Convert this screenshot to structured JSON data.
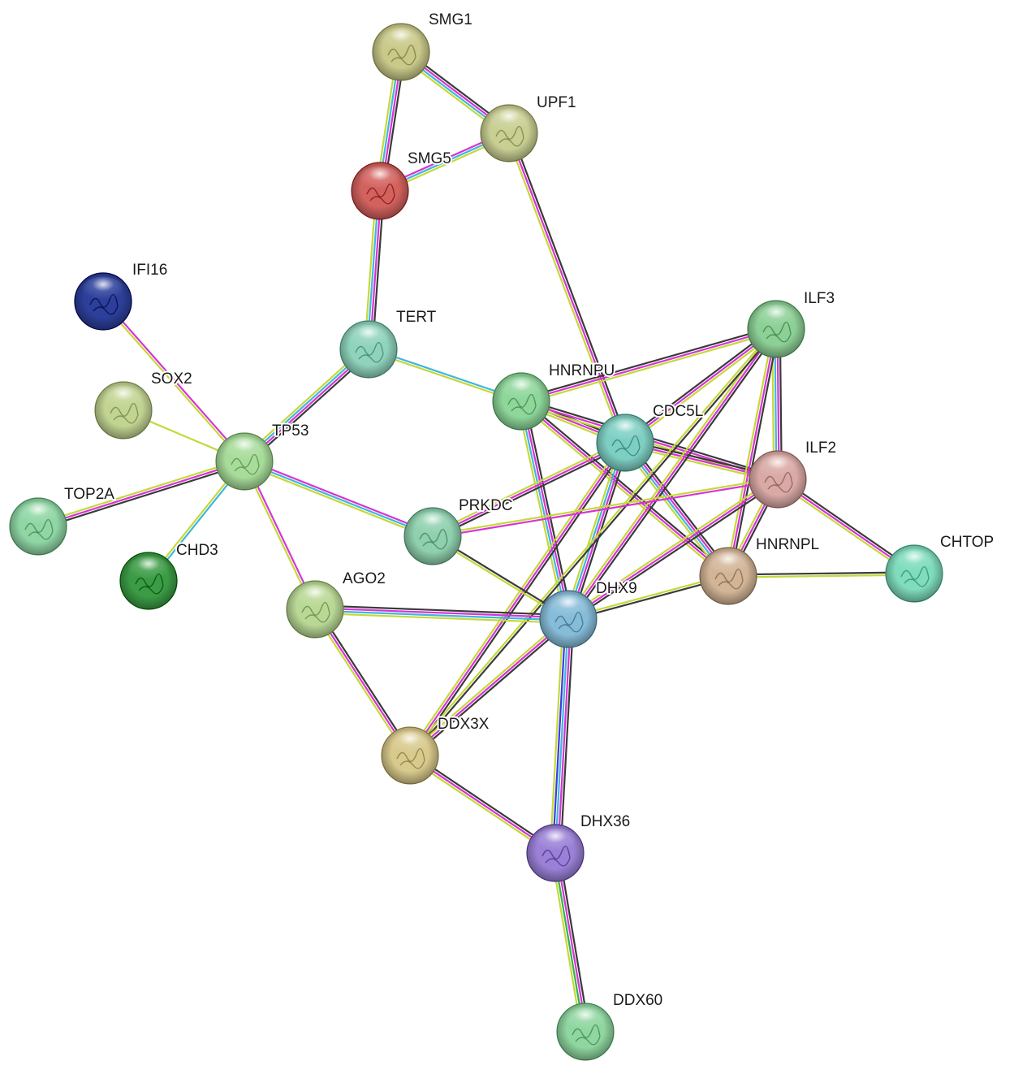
{
  "network": {
    "nodes": [
      {
        "id": "SMG1",
        "label": "SMG1",
        "color": "#c9c98a"
      },
      {
        "id": "UPF1",
        "label": "UPF1",
        "color": "#c9cf93"
      },
      {
        "id": "SMG5",
        "label": "SMG5",
        "color": "#d2625e"
      },
      {
        "id": "IFI16",
        "label": "IFI16",
        "color": "#2c3f9a"
      },
      {
        "id": "TERT",
        "label": "TERT",
        "color": "#8fd3bd"
      },
      {
        "id": "SOX2",
        "label": "SOX2",
        "color": "#c2d492"
      },
      {
        "id": "TP53",
        "label": "TP53",
        "color": "#a8dc9a"
      },
      {
        "id": "HNRNPU",
        "label": "HNRNPU",
        "color": "#8ed69a"
      },
      {
        "id": "CDC5L",
        "label": "CDC5L",
        "color": "#7ecfc3"
      },
      {
        "id": "ILF3",
        "label": "ILF3",
        "color": "#8dd096"
      },
      {
        "id": "ILF2",
        "label": "ILF2",
        "color": "#d9a9a5"
      },
      {
        "id": "TOP2A",
        "label": "TOP2A",
        "color": "#8fd6a4"
      },
      {
        "id": "PRKDC",
        "label": "PRKDC",
        "color": "#8fd0ae"
      },
      {
        "id": "CHD3",
        "label": "CHD3",
        "color": "#3b9c45"
      },
      {
        "id": "HNRNPL",
        "label": "HNRNPL",
        "color": "#d2b597"
      },
      {
        "id": "CHTOP",
        "label": "CHTOP",
        "color": "#7fdcbc"
      },
      {
        "id": "AGO2",
        "label": "AGO2",
        "color": "#b9d895"
      },
      {
        "id": "DHX9",
        "label": "DHX9",
        "color": "#87bcd8"
      },
      {
        "id": "DDX3X",
        "label": "DDX3X",
        "color": "#d8c98c"
      },
      {
        "id": "DHX36",
        "label": "DHX36",
        "color": "#9a80d6"
      },
      {
        "id": "DDX60",
        "label": "DDX60",
        "color": "#8fd6a0"
      }
    ],
    "edge_colors": {
      "black": "#3a3a3a",
      "magenta": "#d633d6",
      "blue": "#3fb6dd",
      "yellow": "#c5d83a",
      "darkblue": "#3a3ae0",
      "green": "#2fb34a"
    },
    "edges": [
      {
        "source": "SMG1",
        "target": "SMG5",
        "types": [
          "black",
          "magenta",
          "blue",
          "yellow"
        ]
      },
      {
        "source": "SMG1",
        "target": "UPF1",
        "types": [
          "black",
          "magenta",
          "blue",
          "yellow"
        ]
      },
      {
        "source": "SMG5",
        "target": "UPF1",
        "types": [
          "magenta",
          "blue",
          "yellow"
        ]
      },
      {
        "source": "SMG5",
        "target": "TERT",
        "types": [
          "black",
          "magenta",
          "blue",
          "yellow"
        ]
      },
      {
        "source": "UPF1",
        "target": "CDC5L",
        "types": [
          "black",
          "magenta",
          "yellow"
        ]
      },
      {
        "source": "IFI16",
        "target": "TP53",
        "types": [
          "magenta",
          "yellow"
        ]
      },
      {
        "source": "SOX2",
        "target": "TP53",
        "types": [
          "yellow"
        ]
      },
      {
        "source": "TERT",
        "target": "TP53",
        "types": [
          "black",
          "magenta",
          "blue",
          "yellow"
        ]
      },
      {
        "source": "TERT",
        "target": "HNRNPU",
        "types": [
          "blue",
          "yellow"
        ]
      },
      {
        "source": "TP53",
        "target": "TOP2A",
        "types": [
          "black",
          "magenta",
          "yellow"
        ]
      },
      {
        "source": "TP53",
        "target": "CHD3",
        "types": [
          "blue",
          "yellow"
        ]
      },
      {
        "source": "TP53",
        "target": "AGO2",
        "types": [
          "magenta",
          "yellow"
        ]
      },
      {
        "source": "TP53",
        "target": "PRKDC",
        "types": [
          "magenta",
          "blue",
          "yellow"
        ]
      },
      {
        "source": "HNRNPU",
        "target": "ILF3",
        "types": [
          "black",
          "magenta",
          "yellow"
        ]
      },
      {
        "source": "HNRNPU",
        "target": "CDC5L",
        "types": [
          "black",
          "magenta",
          "yellow"
        ]
      },
      {
        "source": "HNRNPU",
        "target": "ILF2",
        "types": [
          "black",
          "magenta",
          "yellow"
        ]
      },
      {
        "source": "HNRNPU",
        "target": "HNRNPL",
        "types": [
          "black",
          "magenta",
          "yellow"
        ]
      },
      {
        "source": "HNRNPU",
        "target": "DHX9",
        "types": [
          "black",
          "magenta",
          "blue",
          "yellow"
        ]
      },
      {
        "source": "CDC5L",
        "target": "ILF3",
        "types": [
          "black",
          "magenta",
          "yellow"
        ]
      },
      {
        "source": "CDC5L",
        "target": "ILF2",
        "types": [
          "black",
          "magenta",
          "yellow"
        ]
      },
      {
        "source": "CDC5L",
        "target": "HNRNPL",
        "types": [
          "black",
          "magenta",
          "blue",
          "yellow"
        ]
      },
      {
        "source": "CDC5L",
        "target": "DHX9",
        "types": [
          "black",
          "magenta",
          "blue",
          "yellow"
        ]
      },
      {
        "source": "CDC5L",
        "target": "PRKDC",
        "types": [
          "black",
          "magenta",
          "yellow"
        ]
      },
      {
        "source": "CDC5L",
        "target": "DDX3X",
        "types": [
          "black",
          "magenta",
          "yellow"
        ]
      },
      {
        "source": "ILF3",
        "target": "ILF2",
        "types": [
          "black",
          "magenta",
          "blue",
          "yellow"
        ]
      },
      {
        "source": "ILF3",
        "target": "HNRNPL",
        "types": [
          "black",
          "magenta",
          "yellow"
        ]
      },
      {
        "source": "ILF3",
        "target": "DHX9",
        "types": [
          "black",
          "magenta",
          "yellow"
        ]
      },
      {
        "source": "ILF3",
        "target": "DDX3X",
        "types": [
          "black",
          "yellow"
        ]
      },
      {
        "source": "ILF2",
        "target": "HNRNPL",
        "types": [
          "black",
          "magenta",
          "yellow"
        ]
      },
      {
        "source": "ILF2",
        "target": "CHTOP",
        "types": [
          "black",
          "magenta",
          "yellow"
        ]
      },
      {
        "source": "ILF2",
        "target": "DHX9",
        "types": [
          "black",
          "magenta",
          "yellow"
        ]
      },
      {
        "source": "ILF2",
        "target": "PRKDC",
        "types": [
          "magenta",
          "yellow"
        ]
      },
      {
        "source": "HNRNPL",
        "target": "CHTOP",
        "types": [
          "black",
          "yellow"
        ]
      },
      {
        "source": "HNRNPL",
        "target": "DHX9",
        "types": [
          "black",
          "yellow"
        ]
      },
      {
        "source": "PRKDC",
        "target": "DHX9",
        "types": [
          "black",
          "yellow"
        ]
      },
      {
        "source": "AGO2",
        "target": "DHX9",
        "types": [
          "black",
          "magenta",
          "blue",
          "yellow"
        ]
      },
      {
        "source": "AGO2",
        "target": "DDX3X",
        "types": [
          "black",
          "magenta",
          "yellow"
        ]
      },
      {
        "source": "DHX9",
        "target": "DDX3X",
        "types": [
          "black",
          "magenta",
          "yellow"
        ]
      },
      {
        "source": "DHX9",
        "target": "DHX36",
        "types": [
          "black",
          "magenta",
          "blue",
          "darkblue",
          "yellow"
        ]
      },
      {
        "source": "DDX3X",
        "target": "DHX36",
        "types": [
          "black",
          "magenta",
          "yellow"
        ]
      },
      {
        "source": "DHX36",
        "target": "DDX60",
        "types": [
          "black",
          "magenta",
          "green",
          "yellow"
        ]
      }
    ]
  }
}
